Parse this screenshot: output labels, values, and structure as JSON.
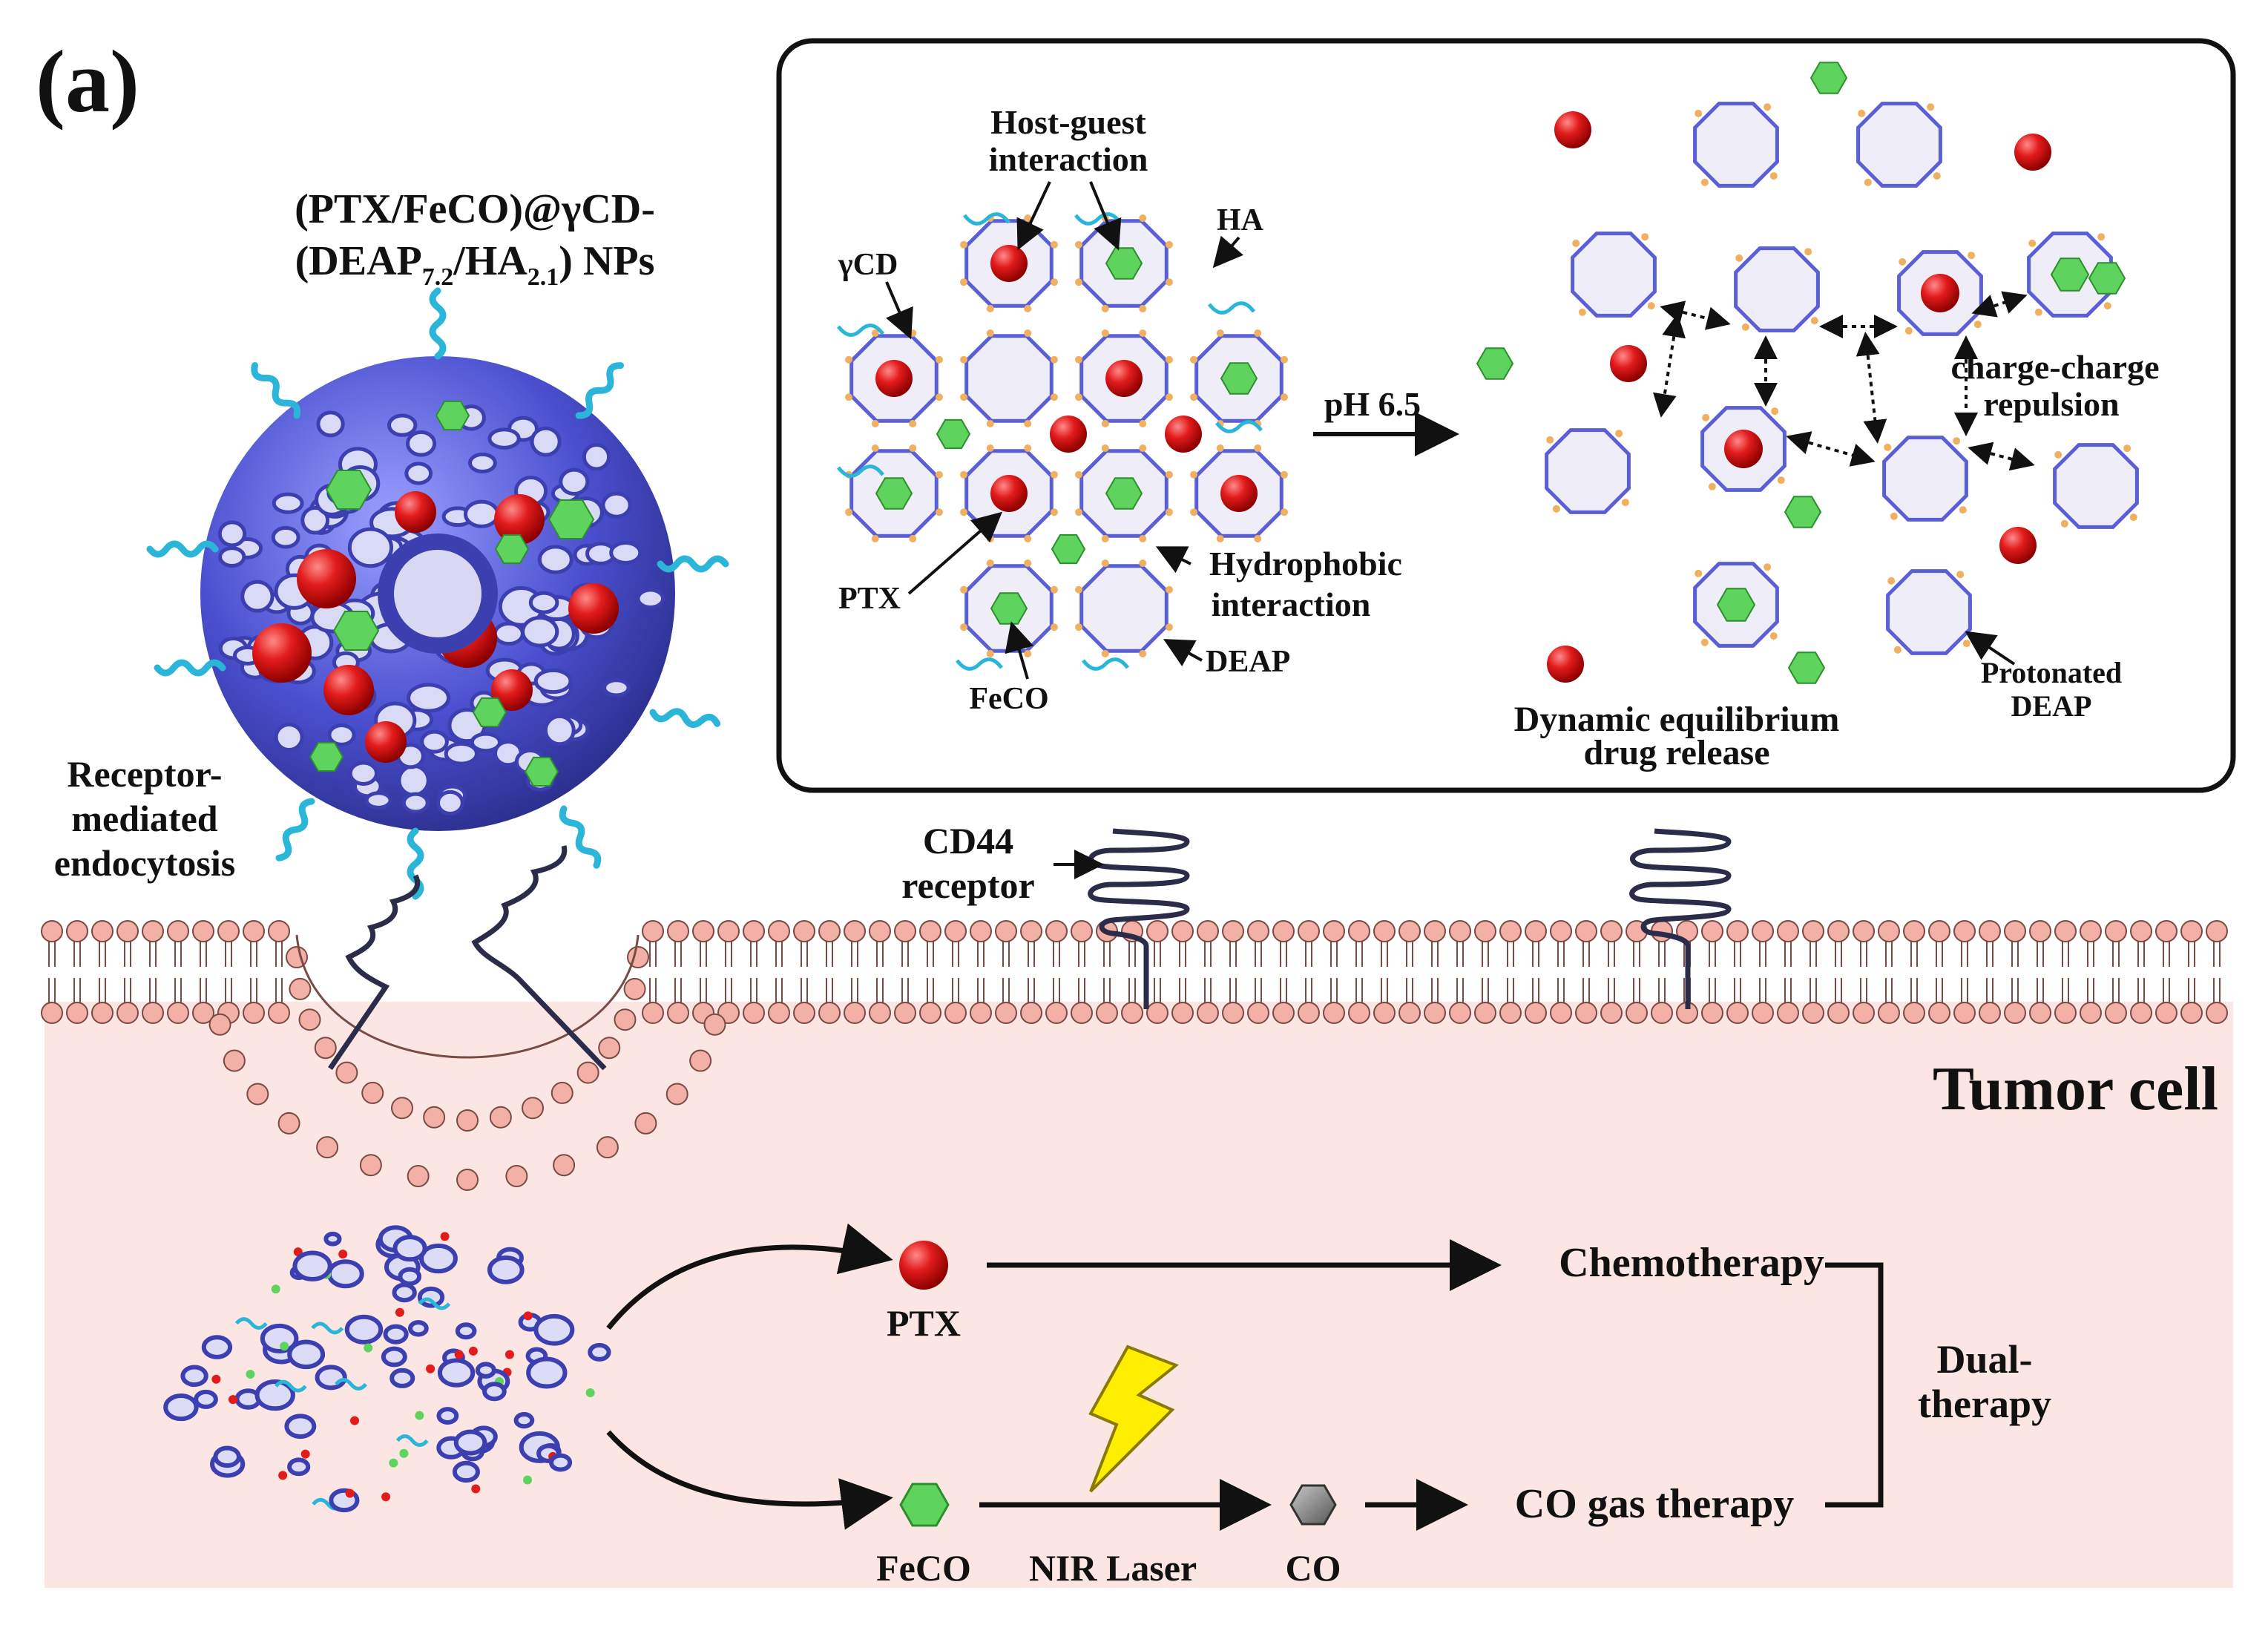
{
  "panel_label": "(a)",
  "nanoparticle": {
    "name_line1": "(PTX/FeCO)@γCD-",
    "name_line2_a": "(DEAP",
    "name_line2_sub1": "7.2",
    "name_line2_b": "/HA",
    "name_line2_sub2": "2.1",
    "name_line2_c": ") NPs"
  },
  "endocytosis_label": [
    "Receptor-",
    "mediated",
    "endocytosis"
  ],
  "inset": {
    "host_guest": [
      "Host-guest",
      "interaction"
    ],
    "ha": "HA",
    "gcd": "γCD",
    "ptx": "PTX",
    "feco": "FeCO",
    "hydrophobic": [
      "Hydrophobic",
      "interaction"
    ],
    "deap": "DEAP",
    "ph": "pH 6.5",
    "repulsion": [
      "charge-charge",
      "repulsion"
    ],
    "protonated": [
      "Protonated",
      "DEAP"
    ],
    "release": [
      "Dynamic equilibrium",
      "drug release"
    ]
  },
  "membrane": {
    "cd44": [
      "CD44",
      "receptor"
    ],
    "cell": "Tumor cell"
  },
  "flow": {
    "ptx": "PTX",
    "feco": "FeCO",
    "nir": "NIR Laser",
    "co": "CO",
    "chemo": "Chemotherapy",
    "gas": "CO gas therapy",
    "dual": [
      "Dual-",
      "therapy"
    ]
  },
  "colors": {
    "ring": "#5a5fd6",
    "ring_dark": "#3b3fb0",
    "drug_red": "#e21b1b",
    "feco_green": "#5ed35e",
    "ha_cyan": "#2bb5d8",
    "cell_bg": "#fbe6e3",
    "lipid_head": "#f2b0a7",
    "co_gray": "#8a8a8a",
    "bolt": "#ffee00"
  }
}
